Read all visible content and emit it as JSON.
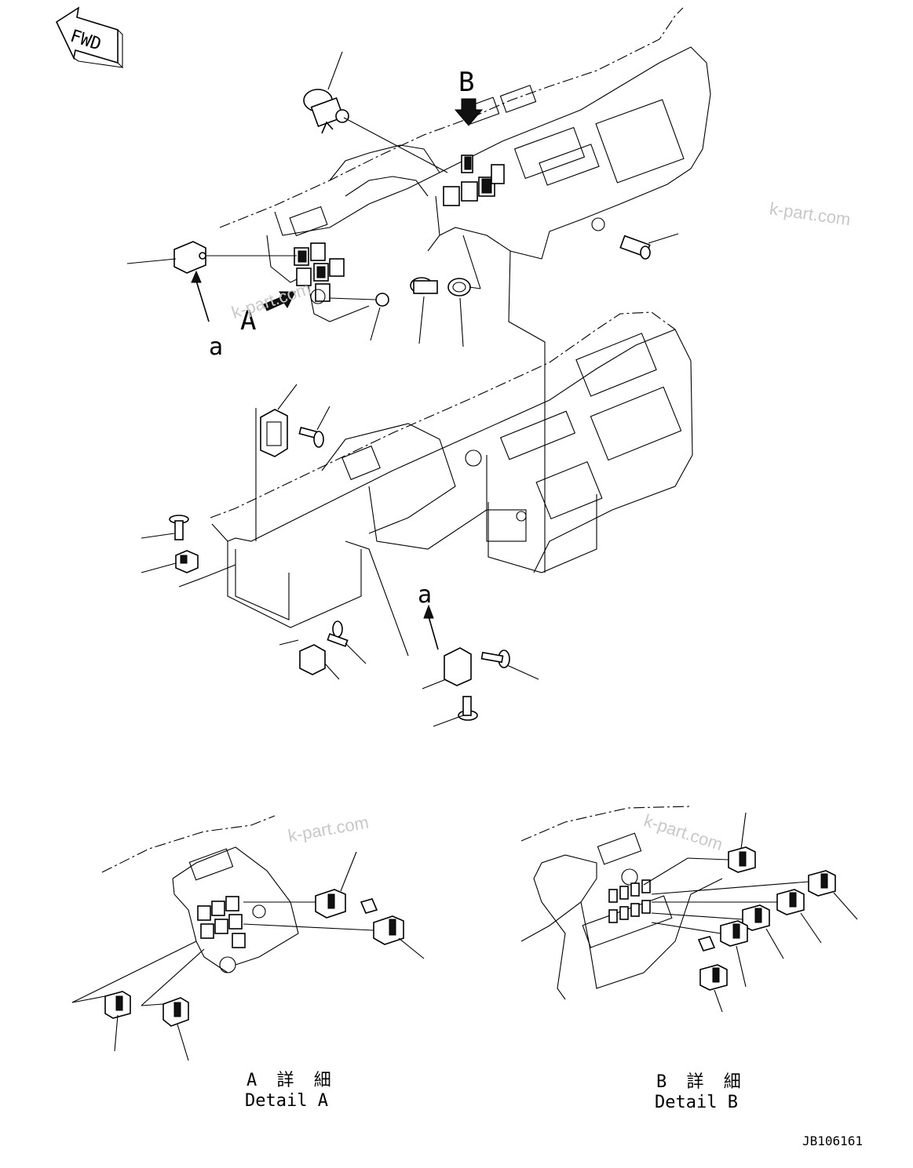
{
  "orientation_label": "FWD",
  "view_markers": {
    "a": "a",
    "A": "A",
    "B": "B",
    "a_lower": "a"
  },
  "watermarks": [
    "k-part.com",
    "k-part.com",
    "k-part.com",
    "k-part.com"
  ],
  "detail_a": {
    "jp": "A 詳 細",
    "en": "Detail A"
  },
  "detail_b": {
    "jp": "B 詳 細",
    "en": "Detail B"
  },
  "drawing_number": "JB106161"
}
